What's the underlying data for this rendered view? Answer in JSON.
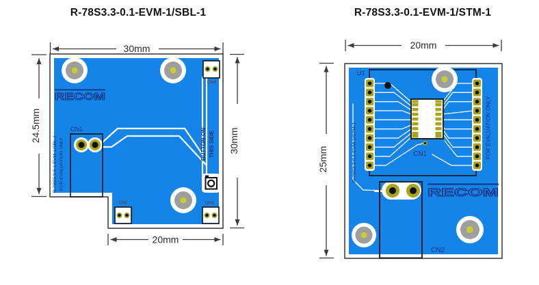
{
  "left_board": {
    "title": "R-78S3.3-0.1-EVM-1/SBL-1",
    "dim_top": "30mm",
    "dim_left": "24.5mm",
    "dim_right": "30mm",
    "dim_bottom": "20mm",
    "logo": "RECOM",
    "silkscreen_part": "R-78S3.3-0.1-EVM-1/SBL-1",
    "silkscreen_eval": "FOR EVALUATION ONLY",
    "button_note_1": "BUTTON ON",
    "button_note_2": "THIS SIDE",
    "cn1": "CN1",
    "cn2": "CN2",
    "cn3": "CN3",
    "cn4": "CN4"
  },
  "right_board": {
    "title": "R-78S3.3-0.1-EVM-1/STM-1",
    "dim_top": "20mm",
    "dim_left": "25mm",
    "logo": "RECOM",
    "silkscreen_part": "R-78S3.3-0.1-EVM-1/STM-1",
    "silkscreen_eval": "FOR EVALUATION ONLY",
    "u1": "U1",
    "cn1": "CN1",
    "cn2": "CN2"
  },
  "colors": {
    "pcb_blue": "#1484e8",
    "silkscreen_navy": "#16317e",
    "connector_label_red": "#8b1f1f",
    "pad_olive": "#a8a41e",
    "pad_center_black": "#111111",
    "hole_ring_gray": "#9e9e9e",
    "hole_center_yellow": "#c9cc33",
    "trace_white": "#ffffff",
    "dimension_gray": "#3a3a3a"
  }
}
